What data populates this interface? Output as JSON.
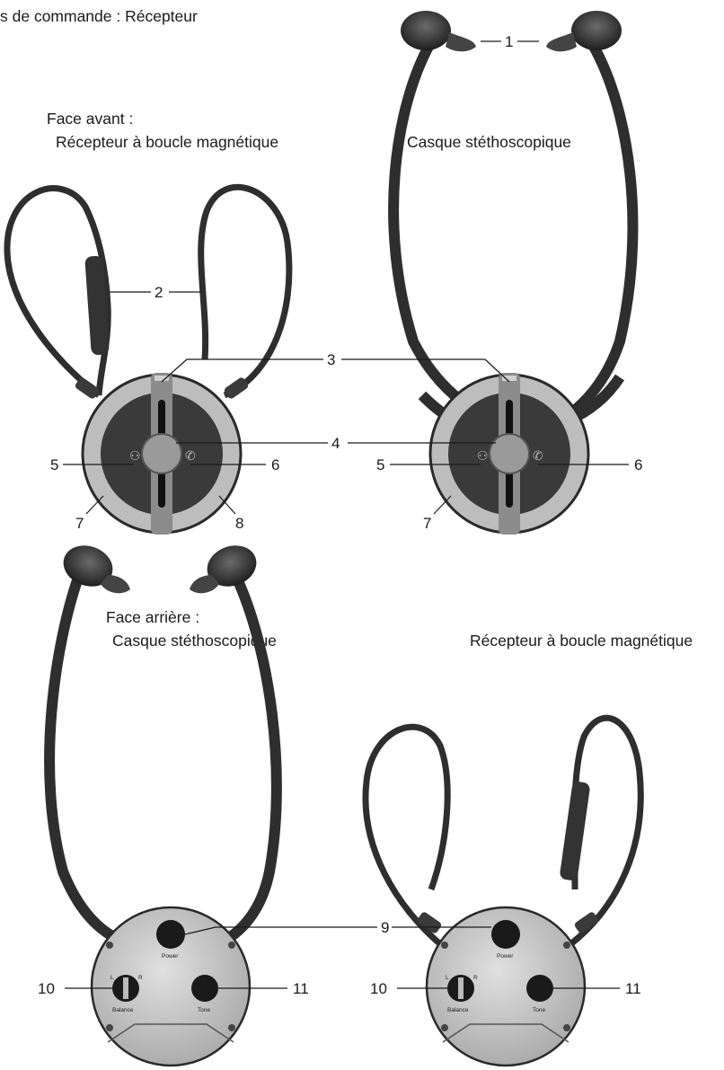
{
  "headings": {
    "top_title": "s de commande : Récepteur",
    "front_face": "Face avant :",
    "front_loop": "Récepteur à boucle magnétique",
    "front_stetho": "Casque stéthoscopique",
    "back_face": "Face arrière :",
    "back_stetho": "Casque stéthoscopique",
    "back_loop": "Récepteur à boucle magnétique"
  },
  "callouts": {
    "c1": "1",
    "c2": "2",
    "c3": "3",
    "c4": "4",
    "c5a": "5",
    "c6a": "6",
    "c5b": "5",
    "c6b": "6",
    "c7a": "7",
    "c8": "8",
    "c7b": "7",
    "c9": "9",
    "c10a": "10",
    "c11a": "11",
    "c10b": "10",
    "c11b": "11"
  },
  "back_labels": {
    "power_a": "Power",
    "balance_a": "Balance",
    "tone_a": "Tone",
    "l_a": "L",
    "r_a": "R",
    "power_b": "Power",
    "balance_b": "Balance",
    "tone_b": "Tone",
    "l_b": "L",
    "r_b": "R"
  },
  "icons": {
    "persons": "persons-icon",
    "phone": "phone-icon"
  },
  "colors": {
    "body_dark": "#3a3a3a",
    "ring_light": "#bdbdbd",
    "center_button": "#9a9a9a",
    "back_plate": "#c8c8c8"
  }
}
